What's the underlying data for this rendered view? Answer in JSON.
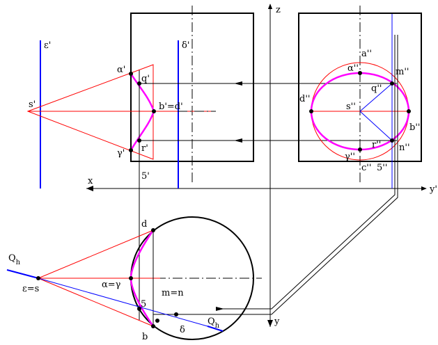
{
  "axes": {
    "z": "z",
    "x": "x",
    "y_right": "y'",
    "y_down": "y"
  },
  "front_view": {
    "epsilon_trace": "ε'",
    "delta_trace": "δ'",
    "apex": "s'",
    "points": {
      "alpha": "α'",
      "q": "q'",
      "b_d": "b'=d'",
      "r": "r'",
      "gamma": "γ'",
      "five": "5'"
    }
  },
  "side_view": {
    "points": {
      "a": "a''",
      "alpha": "α''",
      "m": "m''",
      "q": "q''",
      "d": "d''",
      "s": "s''",
      "b": "b''",
      "r": "r''",
      "n": "n''",
      "gamma": "γ''",
      "c": "c''",
      "five": "5''"
    }
  },
  "top_view": {
    "trace_left": "Q",
    "trace_left_sub": "h",
    "trace_right": "Q",
    "trace_right_sub": "h",
    "apex": "ε=s",
    "points": {
      "d": "d",
      "alpha_gamma": "α=γ",
      "m_n": "m=n",
      "five": "5",
      "b": "b",
      "delta": "δ"
    }
  },
  "colors": {
    "construction": "#ff0000",
    "planes": "#0000ff",
    "section": "#ff00ff",
    "outline": "#000000"
  }
}
